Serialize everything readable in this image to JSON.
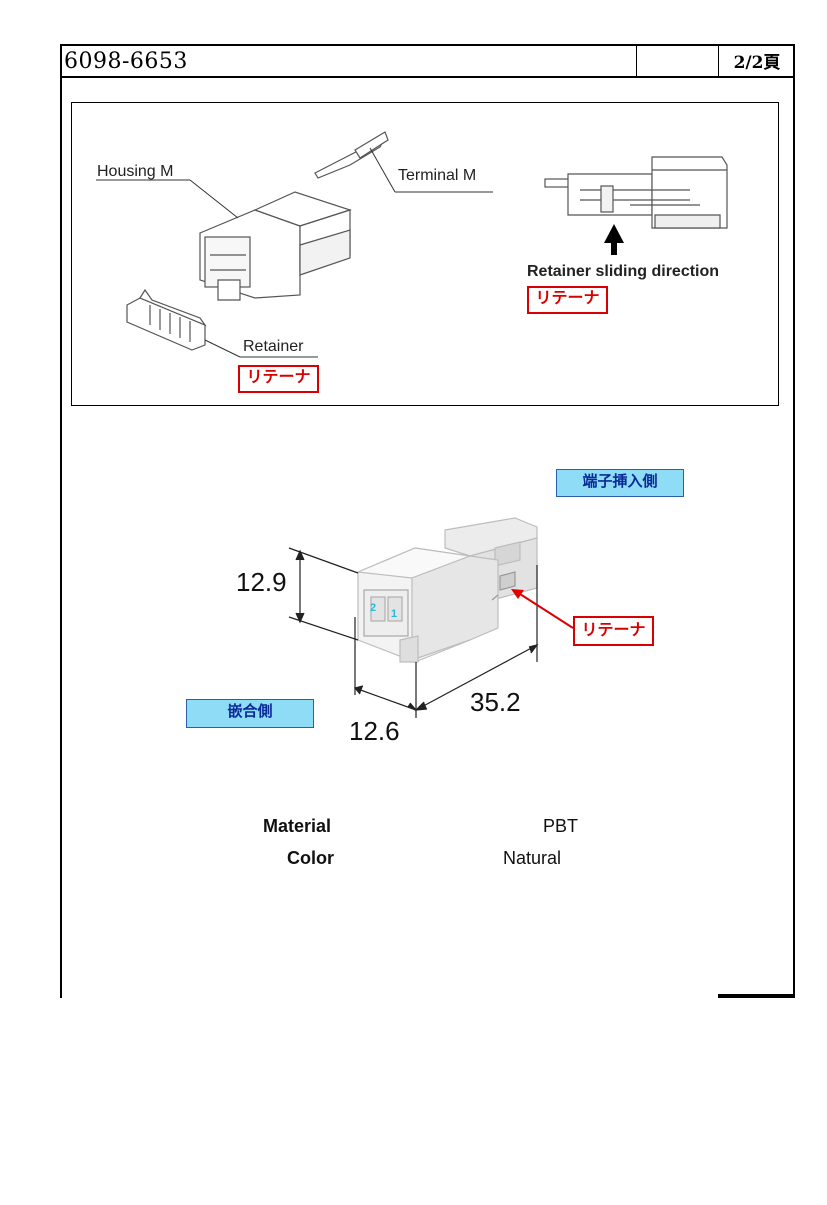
{
  "header": {
    "doc_number": "6098-6653",
    "page": "2/2頁"
  },
  "exploded_view": {
    "housing_label": "Housing M",
    "terminal_label": "Terminal M",
    "retainer_label": "Retainer",
    "retainer_jp": "リテーナ",
    "sliding_label": "Retainer sliding direction",
    "sliding_jp": "リテーナ"
  },
  "product_view": {
    "terminal_side_label": "端子挿入側",
    "mating_side_label": "嵌合側",
    "retainer_callout": "リテーナ",
    "dim_height": "12.9",
    "dim_width": "12.6",
    "dim_length": "35.2",
    "cavity_numbers": [
      "2",
      "1"
    ]
  },
  "specs": [
    {
      "label": "Material",
      "value": "PBT"
    },
    {
      "label": "Color",
      "value": "Natural"
    }
  ]
}
